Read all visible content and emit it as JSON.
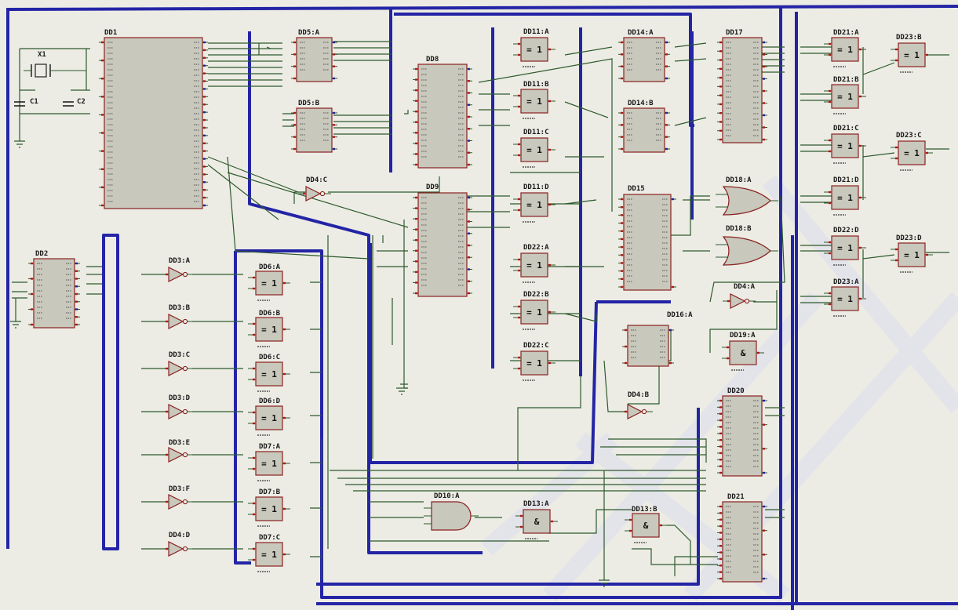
{
  "colors": {
    "background": "#ecece4",
    "body": "#c8c8bc",
    "border": "#8a2020",
    "wire": "#2d5a2d",
    "bus": "#2424a6",
    "pin": "#b01818",
    "pin_blue": "#2020a0"
  },
  "symbols": {
    "xor": "= 1",
    "and": "&"
  },
  "labels": {
    "dd1": "DD1",
    "x1": "X1",
    "c1": "C1",
    "c2": "C2",
    "dd2": "DD2",
    "dd3a": "DD3:A",
    "dd3b": "DD3:B",
    "dd3c": "DD3:C",
    "dd3d": "DD3:D",
    "dd3e": "DD3:E",
    "dd3f": "DD3:F",
    "dd4d": "DD4:D",
    "dd5a": "DD5:A",
    "dd5b": "DD5:B",
    "dd4c": "DD4:C",
    "dd6a": "DD6:A",
    "dd6b": "DD6:B",
    "dd6c": "DD6:C",
    "dd6d": "DD6:D",
    "dd7a": "DD7:A",
    "dd7b": "DD7:B",
    "dd7c": "DD7:C",
    "dd8": "DD8",
    "dd9": "DD9",
    "dd10a": "DD10:A",
    "dd11a": "DD11:A",
    "dd11b": "DD11:B",
    "dd11c": "DD11:C",
    "dd11d": "DD11:D",
    "dd22a": "DD22:A",
    "dd22b": "DD22:B",
    "dd22c": "DD22:C",
    "dd13a": "DD13:A",
    "dd13b": "DD13:B",
    "dd14a": "DD14:A",
    "dd14b": "DD14:B",
    "dd15": "DD15",
    "dd16a": "DD16:A",
    "dd4b": "DD4:B",
    "dd17": "DD17",
    "dd18a": "DD18:A",
    "dd18b": "DD18:B",
    "dd4a": "DD4:A",
    "dd19a": "DD19:A",
    "dd20": "DD20",
    "dd21": "DD21",
    "dd21a": "DD21:A",
    "dd21b": "DD21:B",
    "dd21c": "DD21:C",
    "dd21d": "DD21:D",
    "dd22d": "DD22:D",
    "dd23a": "DD23:A",
    "dd23b": "DD23:B",
    "dd23c": "DD23:C",
    "dd23d": "DD23:D"
  }
}
